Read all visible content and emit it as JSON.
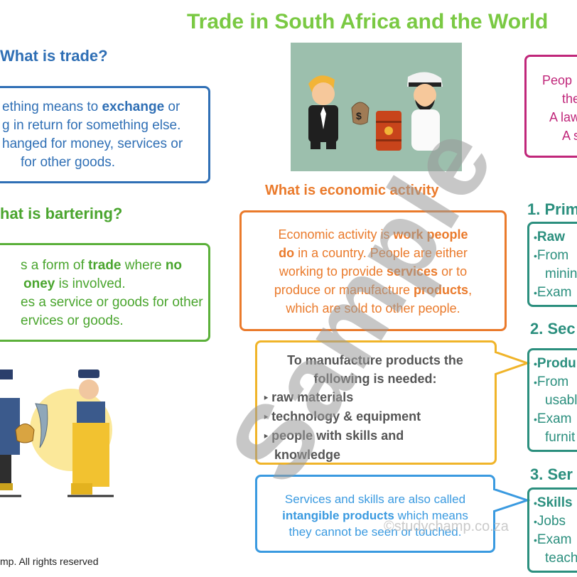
{
  "title": "Trade in South Africa and the World",
  "trade": {
    "heading": "What is trade?",
    "line1_pre": "ething means to ",
    "line1_bold": "exchange",
    "line1_post": " or",
    "line2": "g in return for something else.",
    "line3": "hanged for money, services or",
    "line4": "for other goods."
  },
  "barter": {
    "heading": "hat is bartering?",
    "line1_pre": "s a form of ",
    "line1_bold1": "trade",
    "line1_mid": " where ",
    "line1_bold2": "no",
    "line2_bold": "oney",
    "line2_post": " is involved.",
    "line3": "es a service or goods for other",
    "line4": "ervices or goods."
  },
  "economic": {
    "heading": "What is economic activity",
    "line1_pre": "Economic activity is ",
    "line1_bold": "work people",
    "line2_bold": "do",
    "line2_post": " in a country. People are either",
    "line3_pre": "working to provide ",
    "line3_bold": "services",
    "line3_post": " or to",
    "line4_pre": "produce or manufacture ",
    "line4_bold": "products",
    "line4_post": ",",
    "line5": "which are sold to other people."
  },
  "manufacture": {
    "line1_pre": "To ",
    "line1_bold": "manufacture",
    "line1_post": " products the",
    "line2": "following is needed:",
    "items": [
      "raw materials",
      "technology & equipment",
      "people with skills and",
      "knowledge"
    ]
  },
  "intangible": {
    "line1": "Services and skills are also called",
    "line2_bold": "intangible products",
    "line2_post": " which means",
    "line3": "they cannot be seen or touched."
  },
  "pink": {
    "line1": "Peop",
    "line2": "the",
    "line3": "A law",
    "line4": "A s"
  },
  "primary": {
    "heading": "1. Prim",
    "bold": "Raw",
    "items": [
      "From",
      "minin",
      "Exam"
    ]
  },
  "secondary": {
    "heading": "2. Sec",
    "bold": "Produ",
    "items": [
      "From",
      "usabl",
      "Exam",
      "furnit"
    ]
  },
  "tertiary": {
    "heading": "3. Ser",
    "bold": "Skills",
    "items": [
      "Jobs",
      "Exam",
      "teach"
    ]
  },
  "watermark": "Sample",
  "copyright_mid": "©studychamp.co.za",
  "footer": "mp. All rights reserved",
  "colors": {
    "title_green": "#7ac943",
    "blue": "#2f6fb5",
    "green": "#4aa52e",
    "orange": "#ea7a2b",
    "yellow": "#f0b429",
    "sky": "#3a9ae0",
    "pink": "#c0267a",
    "teal": "#2b8f7e"
  }
}
